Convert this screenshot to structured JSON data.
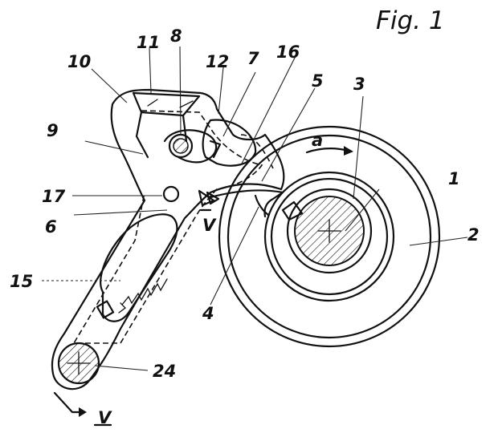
{
  "figure": {
    "title": "Fig. 1"
  },
  "labels": {
    "n1": "1",
    "n2": "2",
    "n3": "3",
    "n4": "4",
    "n5": "5",
    "n6": "6",
    "n7": "7",
    "n8": "8",
    "n9": "9",
    "n10": "10",
    "n11": "11",
    "n12": "12",
    "n15": "15",
    "n16": "16",
    "n17": "17",
    "n24": "24"
  },
  "annotations": {
    "rotation": "a",
    "section_top": "V",
    "section_bottom": "V"
  }
}
